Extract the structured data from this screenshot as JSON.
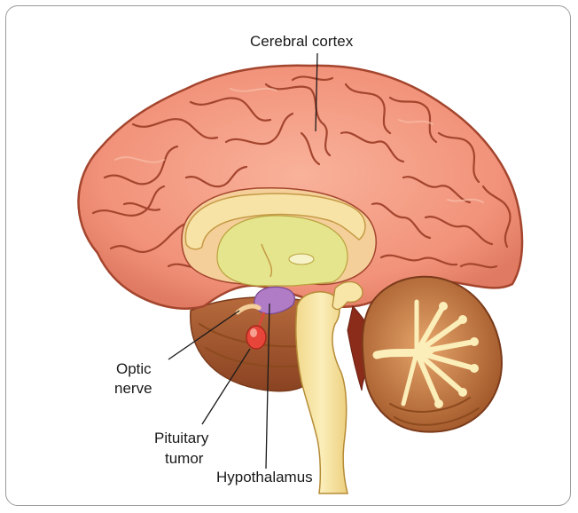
{
  "labels": {
    "cerebral_cortex": "Cerebral cortex",
    "optic_line1": "Optic",
    "optic_line2": "nerve",
    "pituitary_line1": "Pituitary",
    "pituitary_line2": "tumor",
    "hypothalamus": "Hypothalamus"
  },
  "colors": {
    "cortex": "#f3967c",
    "cortex_edge": "#a4452e",
    "corpus_callosum": "#f8e2a4",
    "thalamus": "#e8e894",
    "brainstem": "#f7e6a7",
    "cerebellum": "#c9773e",
    "hypothalamus": "#b07cc6",
    "tumor": "#e8453a"
  }
}
